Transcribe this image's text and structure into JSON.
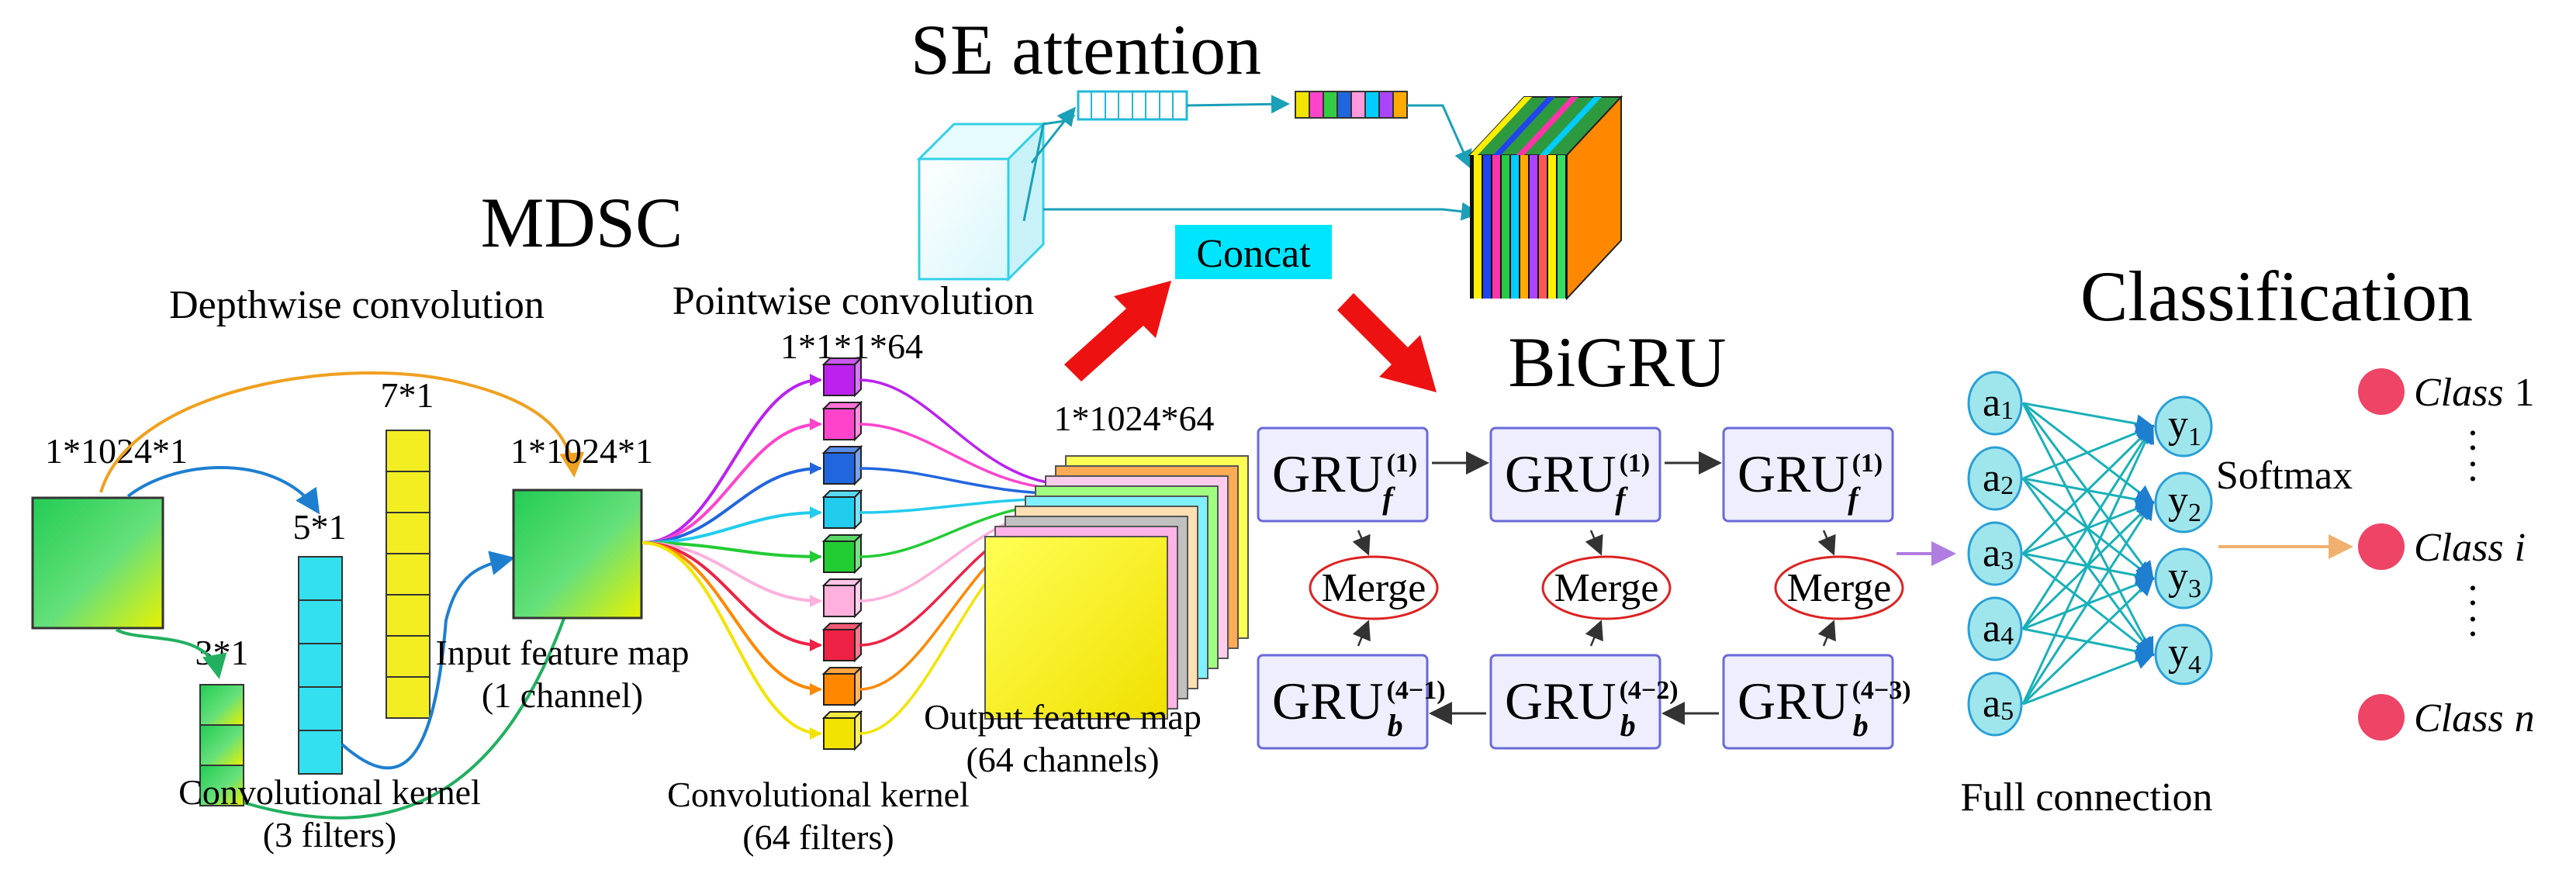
{
  "sections": {
    "se_attention": "SE attention",
    "mdsc": "MDSC",
    "bigru": "BiGRU",
    "classification": "Classification"
  },
  "mdsc": {
    "depthwise_label": "Depthwise convolution",
    "pointwise_label": "Pointwise convolution",
    "input_dims_left": "1*1024*1",
    "kernel_3": "3*1",
    "kernel_5": "5*1",
    "kernel_7": "7*1",
    "input_dims_center": "1*1024*1",
    "input_map_line1": "Input feature map",
    "input_map_line2": "(1 channel)",
    "conv_kernel_left_line1": "Convolutional kernel",
    "conv_kernel_left_line2": "(3 filters)",
    "pointwise_dims": "1*1*1*64",
    "output_dims": "1*1024*64",
    "conv_kernel_right_line1": "Convolutional kernel",
    "conv_kernel_right_line2": "(64 filters)",
    "output_map_line1": "Output feature map",
    "output_map_line2": "(64 channels)"
  },
  "concat": {
    "label": "Concat"
  },
  "bigru": {
    "forward": [
      {
        "base": "GRU",
        "sup": "(1)",
        "sub": "f"
      },
      {
        "base": "GRU",
        "sup": "(1)",
        "sub": "f"
      },
      {
        "base": "GRU",
        "sup": "(1)",
        "sub": "f"
      }
    ],
    "backward": [
      {
        "base": "GRU",
        "sup": "(4−1)",
        "sub": "b"
      },
      {
        "base": "GRU",
        "sup": "(4−2)",
        "sub": "b"
      },
      {
        "base": "GRU",
        "sup": "(4−3)",
        "sub": "b"
      }
    ],
    "merge": [
      "Merge",
      "Merge",
      "Merge"
    ]
  },
  "classification": {
    "inputs": [
      "a1",
      "a2",
      "a3",
      "a4",
      "a5"
    ],
    "outputs": [
      "y1",
      "y2",
      "y3",
      "y4"
    ],
    "softmax": "Softmax",
    "full_connection": "Full connection",
    "classes": [
      {
        "word": "Class",
        "index": "1"
      },
      {
        "word": "Class",
        "index": "i"
      },
      {
        "word": "Class",
        "index": "n"
      }
    ],
    "ellipsis": ":"
  },
  "colors": {
    "cyan": "#00d8ff",
    "green_fill": "#33dd66",
    "yellow_fill": "#f6f000",
    "red_arrow": "#ee1111",
    "gru_border": "#6a6ad8",
    "gru_fill": "#eeeeff",
    "merge_ring": "#dd2222",
    "node_fill": "#9fe6ec",
    "node_stroke": "#2a9fd6",
    "class_dot": "#ee4466"
  }
}
